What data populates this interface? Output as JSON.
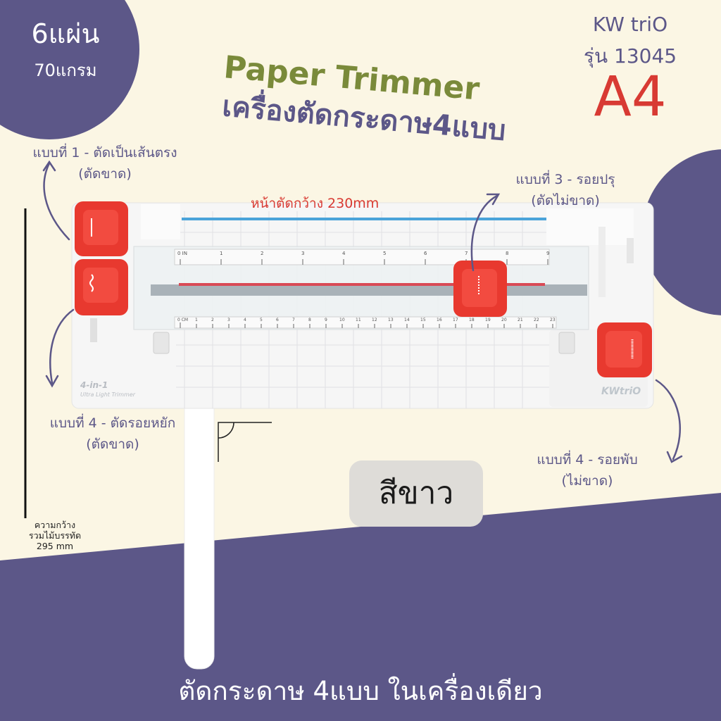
{
  "badge": {
    "sheets": "6แผ่น",
    "weight": "70แกรม"
  },
  "title": "Paper Trimmer",
  "subtitle": "เครื่องตัดกระดาษ4แบบ",
  "brand": "KW triO",
  "model": "รุ่น 13045",
  "size": "A4",
  "cut_width": "หน้าตัดกว้าง 230mm",
  "annotations": [
    {
      "line1": "แบบที่ 1 - ตัดเป็นเส้นตรง",
      "line2": "(ตัดขาด)"
    },
    {
      "line1": "แบบที่ 3 - รอยปรุ",
      "line2": "(ตัดไม่ขาด)"
    },
    {
      "line1": "แบบที่ 4 - ตัดรอยหยัก",
      "line2": "(ตัดขาด)"
    },
    {
      "line1": "แบบที่ 4 - รอยพับ",
      "line2": "(ไม่ขาด)"
    }
  ],
  "color_label": "สีขาว",
  "overall_width": {
    "line1": "ความกว้าง",
    "line2": "รวมไม้บรรทัด",
    "line3": "295 mm"
  },
  "device": {
    "model_mark": "4-in-1",
    "product_line": "Ultra Light Trimmer",
    "logo": "KWtriO"
  },
  "ruler_top_ticks": [
    "0 IN",
    "1",
    "2",
    "3",
    "4",
    "5",
    "6",
    "7",
    "8",
    "9"
  ],
  "ruler_bottom_ticks": [
    "0 CM",
    "1",
    "2",
    "3",
    "4",
    "5",
    "6",
    "7",
    "8",
    "9",
    "10",
    "11",
    "12",
    "13",
    "14",
    "15",
    "16",
    "17",
    "18",
    "19",
    "20",
    "21",
    "22",
    "23"
  ],
  "footer": "ตัดกระดาษ 4แบบ ในเครื่องเดียว",
  "colors": {
    "purple": "#5c5788",
    "cream": "#fbf6e4",
    "olive": "#7a8a3a",
    "red": "#d83a33",
    "blade_red": "#e8392f"
  }
}
